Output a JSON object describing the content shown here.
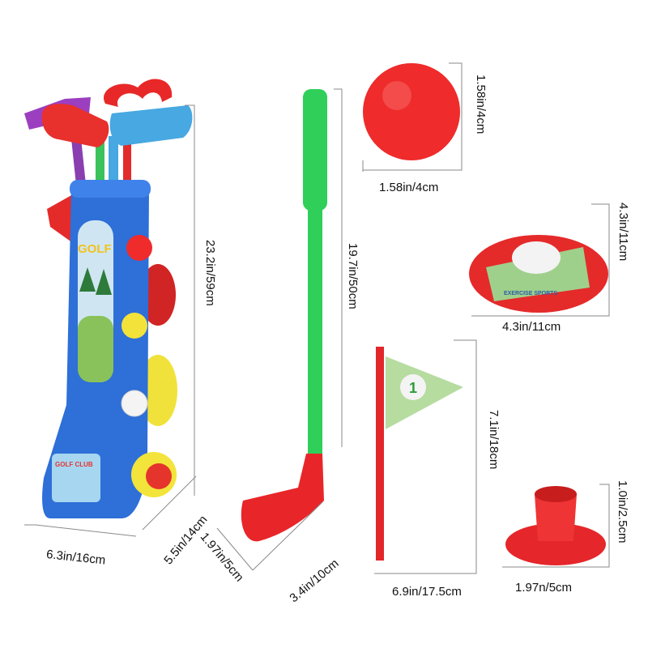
{
  "product": {
    "bag_label": "GOLF",
    "bag_badge": "GOLF CLUB",
    "flag_number": "1",
    "hole_mat_text": "EXERCISE SPORTS",
    "colors": {
      "bag_blue": "#2e6fd8",
      "club_green": "#2fcf5a",
      "club_red": "#e8262a",
      "ball_red": "#ef2b2b",
      "ball_yellow": "#f3e23a",
      "ball_white": "#f4f4f4",
      "dimension_line": "#8a8a8a"
    }
  },
  "dimensions": {
    "bag_height": "23.2in/59cm",
    "bag_width": "6.3in/16cm",
    "bag_depth": "5.5in/14cm",
    "club_length": "19.7in/50cm",
    "club_head_width": "3.4in/10cm",
    "club_head_depth": "1.97in/5cm",
    "ball_height": "1.58in/4cm",
    "ball_width": "1.58in/4cm",
    "hole_height": "4.3in/11cm",
    "hole_width": "4.3in/11cm",
    "flag_height": "7.1in/18cm",
    "flag_width": "6.9in/17.5cm",
    "tee_height": "1.0in/2.5cm",
    "tee_width": "1.97n/5cm"
  }
}
